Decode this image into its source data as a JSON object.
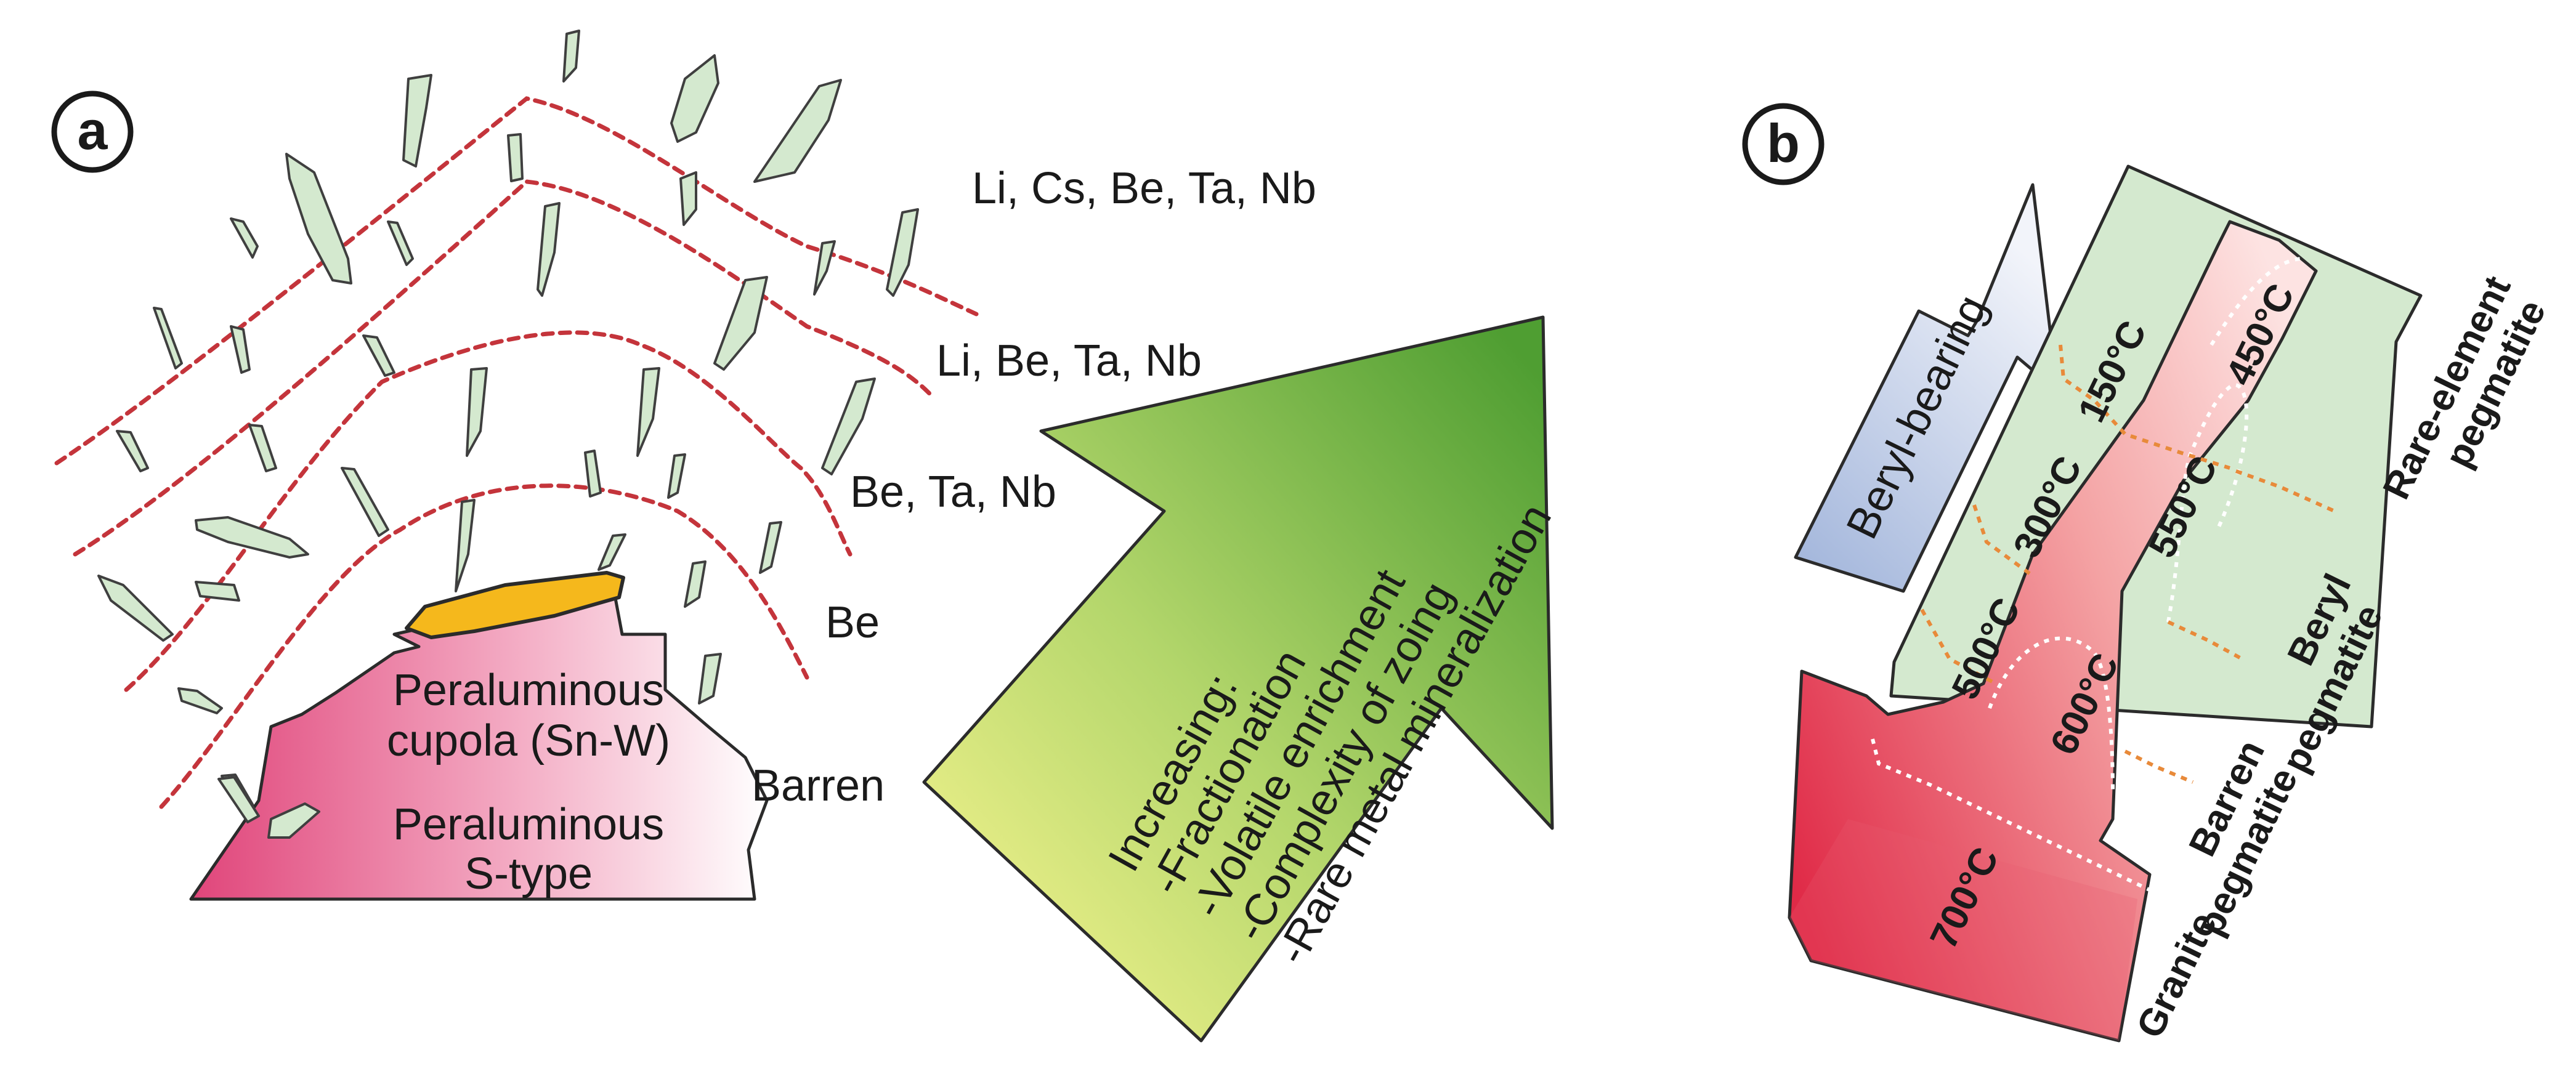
{
  "panel_a": {
    "badge": "a",
    "zones": {
      "outer": "Li, Cs, Be, Ta, Nb",
      "second": "Li, Be, Ta, Nb",
      "third": "Be, Ta, Nb",
      "inner": "Be",
      "barren": "Barren"
    },
    "cupola": {
      "line1": "Peraluminous",
      "line2": "cupola (Sn-W)"
    },
    "pluton": {
      "line1": "Peraluminous",
      "line2": "S-type"
    },
    "trend_arrow": {
      "heading": "Increasing:",
      "items": [
        "-Fractionation",
        "-Volatile enrichment",
        "-Complexity of zoing",
        "-Rare metal mineralization"
      ]
    }
  },
  "panel_b": {
    "badge": "b",
    "arrow_label": "Beryl-bearing",
    "temperatures": {
      "t150": "150°C",
      "t300": "300°C",
      "t450": "450°C",
      "t500": "500°C",
      "t550": "550°C",
      "t600": "600°C",
      "t700": "700°C"
    },
    "zones": {
      "granite": "Granite",
      "barren_1": "Barren",
      "barren_2": "pegmatite",
      "beryl_1": "Beryl",
      "beryl_2": "pegmatite",
      "rare_1": "Rare-element",
      "rare_2": "pegmatite"
    }
  },
  "colors": {
    "dike_fill": "#d4e9cf",
    "boundary_line": "#c4343b",
    "pink_dark": "#e0457a",
    "cupola_cap": "#f5b81c",
    "arrow_green": "#5ca53a",
    "arrow_yellow": "#f3f08a",
    "granite_red": "#e02a47",
    "beryl_arrow_blue": "#a9b9dc",
    "isotherm_orange": "#e88a3a"
  }
}
